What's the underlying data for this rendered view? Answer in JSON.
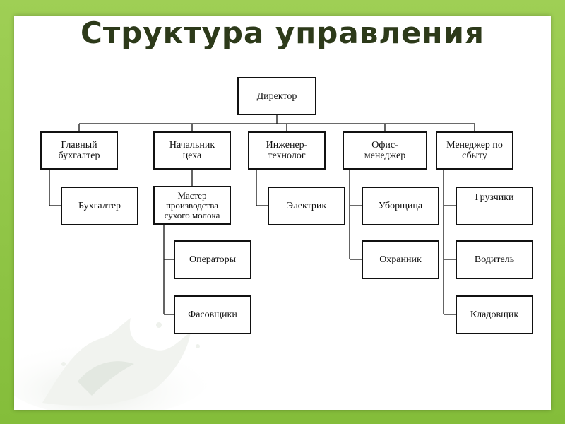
{
  "title": "Структура управления",
  "org": {
    "root": "Директор",
    "departments": [
      {
        "head": "Главный\nбухгалтер",
        "subs": [
          "Бухгалтер"
        ]
      },
      {
        "head": "Начальник\nцеха",
        "subs": [
          "Мастер\nпроизводства\nсухого молока",
          "Операторы",
          "Фасовщики"
        ]
      },
      {
        "head": "Инженер-\nтехнолог",
        "subs": [
          "Электрик"
        ]
      },
      {
        "head": "Офис-\nменеджер",
        "subs": [
          "Уборщица",
          "Охранник"
        ]
      },
      {
        "head": "Менеджер по\nсбыту",
        "subs": [
          "Грузчики",
          "Водитель",
          "Кладовщик"
        ]
      }
    ]
  },
  "colors": {
    "frame": "#8dc63f",
    "slide": "#ffffff",
    "title": "#2d3a1a",
    "box_border": "#111111"
  }
}
